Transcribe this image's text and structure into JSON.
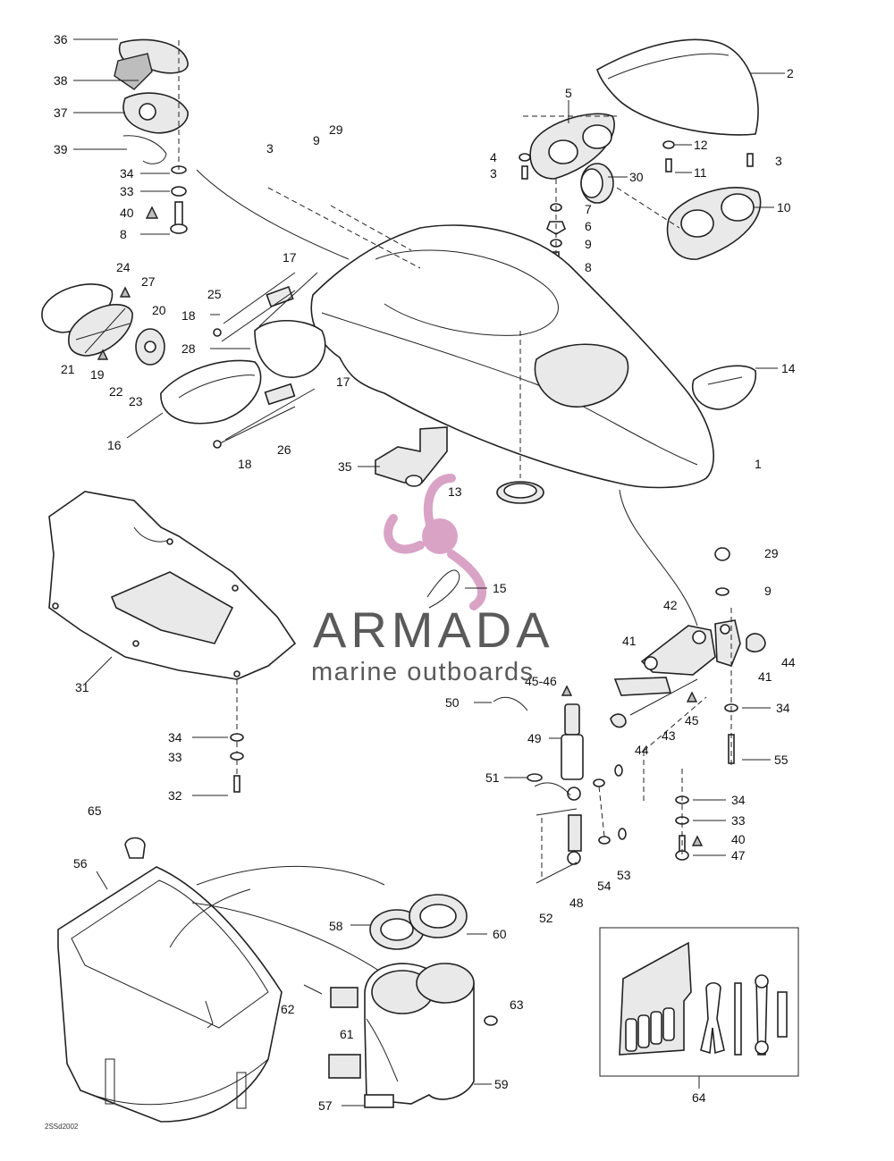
{
  "diagram": {
    "drawing_code": "2SSd2002",
    "watermark": {
      "brand": "ARMADA",
      "tagline": "marine outboards",
      "logo_color": "#d9a3c6",
      "text_color": "#5a5a5a"
    },
    "callouts": [
      {
        "id": "36",
        "text": "36"
      },
      {
        "id": "38",
        "text": "38"
      },
      {
        "id": "37",
        "text": "37"
      },
      {
        "id": "39",
        "text": "39"
      },
      {
        "id": "34a",
        "text": "34"
      },
      {
        "id": "33a",
        "text": "33"
      },
      {
        "id": "40a",
        "text": "40"
      },
      {
        "id": "8a",
        "text": "8"
      },
      {
        "id": "2",
        "text": "2"
      },
      {
        "id": "5",
        "text": "5"
      },
      {
        "id": "12",
        "text": "12"
      },
      {
        "id": "4",
        "text": "4"
      },
      {
        "id": "3a",
        "text": "3"
      },
      {
        "id": "3b",
        "text": "3"
      },
      {
        "id": "11",
        "text": "11"
      },
      {
        "id": "3c",
        "text": "3"
      },
      {
        "id": "30",
        "text": "30"
      },
      {
        "id": "10",
        "text": "10"
      },
      {
        "id": "7",
        "text": "7"
      },
      {
        "id": "6",
        "text": "6"
      },
      {
        "id": "9a",
        "text": "9"
      },
      {
        "id": "8b",
        "text": "8"
      },
      {
        "id": "29a",
        "text": "29"
      },
      {
        "id": "9b",
        "text": "9"
      },
      {
        "id": "17a",
        "text": "17"
      },
      {
        "id": "24",
        "text": "24"
      },
      {
        "id": "27",
        "text": "27"
      },
      {
        "id": "25",
        "text": "25"
      },
      {
        "id": "20",
        "text": "20"
      },
      {
        "id": "18a",
        "text": "18"
      },
      {
        "id": "28",
        "text": "28"
      },
      {
        "id": "21",
        "text": "21"
      },
      {
        "id": "19",
        "text": "19"
      },
      {
        "id": "22",
        "text": "22"
      },
      {
        "id": "23",
        "text": "23"
      },
      {
        "id": "14",
        "text": "14"
      },
      {
        "id": "17b",
        "text": "17"
      },
      {
        "id": "16",
        "text": "16"
      },
      {
        "id": "26",
        "text": "26"
      },
      {
        "id": "18b",
        "text": "18"
      },
      {
        "id": "35",
        "text": "35"
      },
      {
        "id": "1",
        "text": "1"
      },
      {
        "id": "13",
        "text": "13"
      },
      {
        "id": "29b",
        "text": "29"
      },
      {
        "id": "9c",
        "text": "9"
      },
      {
        "id": "15",
        "text": "15"
      },
      {
        "id": "42",
        "text": "42"
      },
      {
        "id": "41a",
        "text": "41"
      },
      {
        "id": "44a",
        "text": "44"
      },
      {
        "id": "41b",
        "text": "41"
      },
      {
        "id": "31",
        "text": "31"
      },
      {
        "id": "4546",
        "text": "45-46"
      },
      {
        "id": "50",
        "text": "50"
      },
      {
        "id": "45",
        "text": "45"
      },
      {
        "id": "34b",
        "text": "34"
      },
      {
        "id": "44b",
        "text": "44"
      },
      {
        "id": "43",
        "text": "43"
      },
      {
        "id": "49",
        "text": "49"
      },
      {
        "id": "34c",
        "text": "34"
      },
      {
        "id": "33b",
        "text": "33"
      },
      {
        "id": "55",
        "text": "55"
      },
      {
        "id": "32",
        "text": "32"
      },
      {
        "id": "51",
        "text": "51"
      },
      {
        "id": "34d",
        "text": "34"
      },
      {
        "id": "33c",
        "text": "33"
      },
      {
        "id": "40b",
        "text": "40"
      },
      {
        "id": "47",
        "text": "47"
      },
      {
        "id": "65",
        "text": "65"
      },
      {
        "id": "53",
        "text": "53"
      },
      {
        "id": "54",
        "text": "54"
      },
      {
        "id": "56",
        "text": "56"
      },
      {
        "id": "52",
        "text": "52"
      },
      {
        "id": "48",
        "text": "48"
      },
      {
        "id": "58",
        "text": "58"
      },
      {
        "id": "60",
        "text": "60"
      },
      {
        "id": "62",
        "text": "62"
      },
      {
        "id": "63",
        "text": "63"
      },
      {
        "id": "61",
        "text": "61"
      },
      {
        "id": "57",
        "text": "57"
      },
      {
        "id": "59",
        "text": "59"
      },
      {
        "id": "64",
        "text": "64"
      }
    ]
  }
}
